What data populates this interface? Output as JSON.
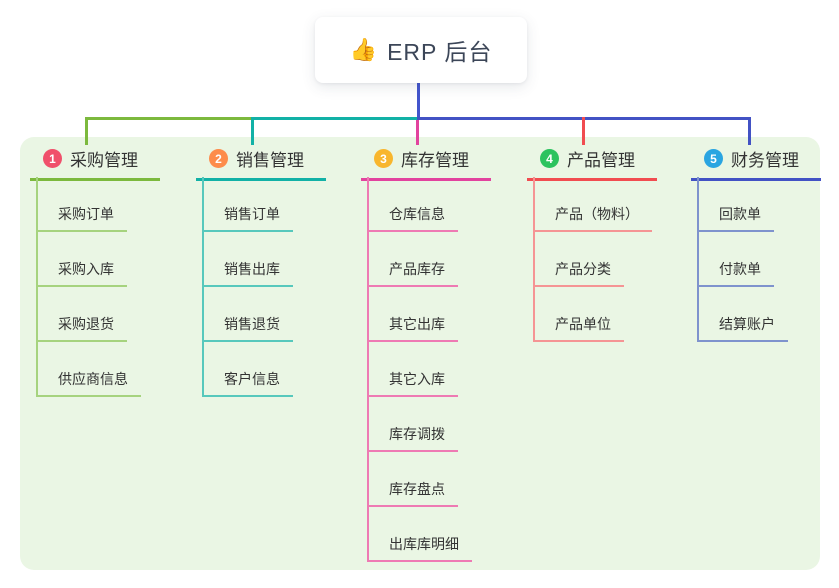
{
  "root": {
    "icon": "👍",
    "title": "ERP 后台"
  },
  "branches": [
    {
      "num": "1",
      "label": "采购管理",
      "badge_color": "#f0506b",
      "line_color": "#7cb93d",
      "child_line_color": "#a6d37e",
      "children": [
        "采购订单",
        "采购入库",
        "采购退货",
        "供应商信息"
      ]
    },
    {
      "num": "2",
      "label": "销售管理",
      "badge_color": "#fd8c4b",
      "line_color": "#12b1a6",
      "child_line_color": "#57c8bc",
      "children": [
        "销售订单",
        "销售出库",
        "销售退货",
        "客户信息"
      ]
    },
    {
      "num": "3",
      "label": "库存管理",
      "badge_color": "#f8b62d",
      "line_color": "#e2439e",
      "child_line_color": "#ee7ab3",
      "children": [
        "仓库信息",
        "产品库存",
        "其它出库",
        "其它入库",
        "库存调拨",
        "库存盘点",
        "出库库明细"
      ]
    },
    {
      "num": "4",
      "label": "产品管理",
      "badge_color": "#2cc35f",
      "line_color": "#f14c50",
      "child_line_color": "#f59494",
      "children": [
        "产品（物料）",
        "产品分类",
        "产品单位"
      ]
    },
    {
      "num": "5",
      "label": "财务管理",
      "badge_color": "#2aa5e1",
      "line_color": "#4252c4",
      "child_line_color": "#7f93cd",
      "children": [
        "回款单",
        "付款单",
        "结算账户"
      ]
    }
  ],
  "colors": {
    "canvas_bg": "#ffffff",
    "panel_bg": "#eaf6e4",
    "card_bg": "#ffffff",
    "root_connector": "#4355cd",
    "node_text": "#333333",
    "root_text": "#3c4658"
  }
}
